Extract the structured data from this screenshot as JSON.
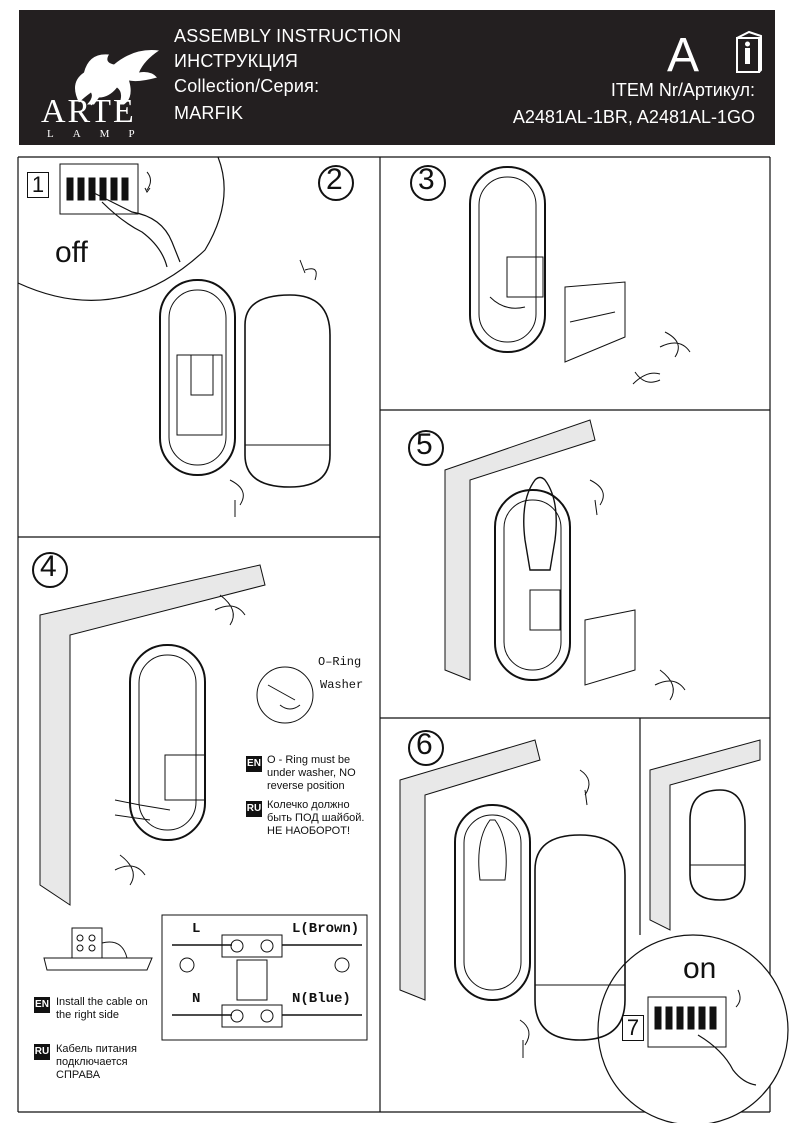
{
  "header": {
    "brand": "ARTE",
    "brand_sub": "LAMP",
    "title_en": "ASSEMBLY INSTRUCTION",
    "title_ru": "ИНСТРУКЦИЯ",
    "collection_label": "Collection/Серия:",
    "collection_value": "MARFIK",
    "size_letter": "A",
    "item_label": "ITEM Nr/Артикул:",
    "item_value": "A2481AL-1BR, A2481AL-1GO"
  },
  "steps": {
    "s1": "1",
    "s2": "2",
    "s3": "3",
    "s4": "4",
    "s5": "5",
    "s6": "6",
    "s7": "7",
    "off": "off",
    "on": "on"
  },
  "step4": {
    "oring_label": "O–Ring",
    "washer_label": "Washer",
    "en_tag": "EN",
    "ru_tag": "RU",
    "en_note": "O - Ring must be under washer, NO reverse position",
    "ru_note": "Колечко должно быть ПОД шайбой. НЕ НАОБОРОТ!",
    "wire_L": "L",
    "wire_N": "N",
    "wire_L_brown": "L(Brown)",
    "wire_N_blue": "N(Blue)",
    "en_cable": "Install the cable on the right side",
    "ru_cable": "Кабель питания подключается СПРАВА"
  },
  "colors": {
    "header_bg": "#231f20",
    "line": "#111111"
  }
}
